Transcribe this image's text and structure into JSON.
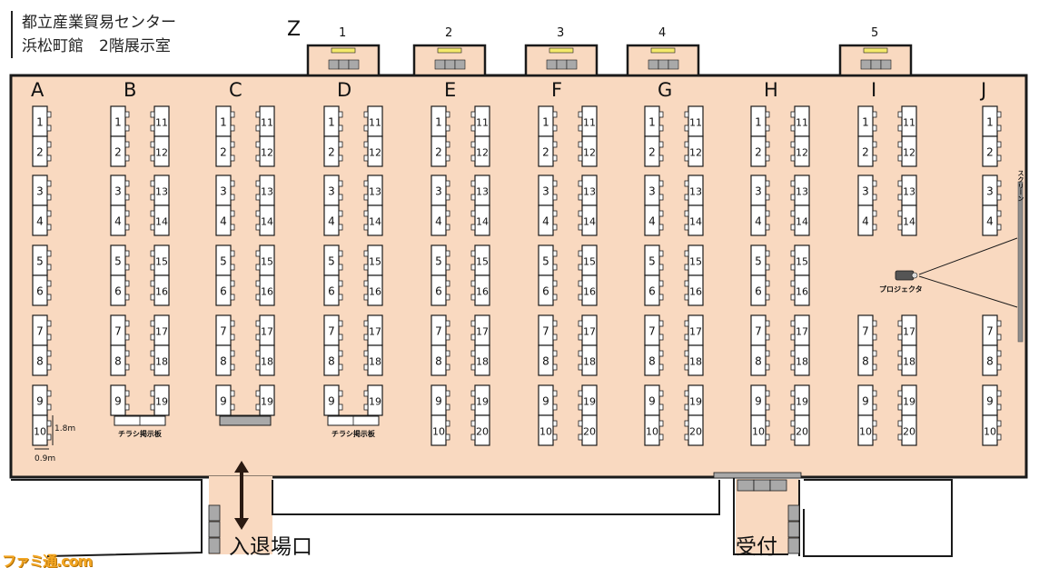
{
  "venue": {
    "name": "都立産業貿易センター",
    "floor": "浜松町館　2階展示室"
  },
  "colors": {
    "floor": "#f9d9c0",
    "booth": "#ffffff",
    "outline": "#1a1a1a",
    "stage_highlight": "#f4e96a",
    "board": "#a9a9a9",
    "screen": "#8d8d8d"
  },
  "zone_z": {
    "label": "Z",
    "booths": [
      "1",
      "2",
      "3",
      "4",
      "5"
    ]
  },
  "columns": [
    {
      "label": "A",
      "left": [
        "1",
        "2",
        "3",
        "4",
        "5",
        "6",
        "7",
        "8",
        "9",
        "10"
      ],
      "right": []
    },
    {
      "label": "B",
      "left": [
        "1",
        "2",
        "3",
        "4",
        "5",
        "6",
        "7",
        "8",
        "9"
      ],
      "right": [
        "11",
        "12",
        "13",
        "14",
        "15",
        "16",
        "17",
        "18",
        "19"
      ],
      "board": "チラシ掲示板"
    },
    {
      "label": "C",
      "left": [
        "1",
        "2",
        "3",
        "4",
        "5",
        "6",
        "7",
        "8",
        "9"
      ],
      "right": [
        "11",
        "12",
        "13",
        "14",
        "15",
        "16",
        "17",
        "18",
        "19"
      ],
      "board": ""
    },
    {
      "label": "D",
      "left": [
        "1",
        "2",
        "3",
        "4",
        "5",
        "6",
        "7",
        "8",
        "9"
      ],
      "right": [
        "11",
        "12",
        "13",
        "14",
        "15",
        "16",
        "17",
        "18",
        "19"
      ],
      "board": "チラシ掲示板"
    },
    {
      "label": "E",
      "left": [
        "1",
        "2",
        "3",
        "4",
        "5",
        "6",
        "7",
        "8",
        "9",
        "10"
      ],
      "right": [
        "11",
        "12",
        "13",
        "14",
        "15",
        "16",
        "17",
        "18",
        "19",
        "20"
      ]
    },
    {
      "label": "F",
      "left": [
        "1",
        "2",
        "3",
        "4",
        "5",
        "6",
        "7",
        "8",
        "9",
        "10"
      ],
      "right": [
        "11",
        "12",
        "13",
        "14",
        "15",
        "16",
        "17",
        "18",
        "19",
        "20"
      ]
    },
    {
      "label": "G",
      "left": [
        "1",
        "2",
        "3",
        "4",
        "5",
        "6",
        "7",
        "8",
        "9",
        "10"
      ],
      "right": [
        "11",
        "12",
        "13",
        "14",
        "15",
        "16",
        "17",
        "18",
        "19",
        "20"
      ]
    },
    {
      "label": "H",
      "left": [
        "1",
        "2",
        "3",
        "4",
        "5",
        "6",
        "7",
        "8",
        "9",
        "10"
      ],
      "right": [
        "11",
        "12",
        "13",
        "14",
        "15",
        "16",
        "17",
        "18",
        "19",
        "20"
      ]
    },
    {
      "label": "I",
      "left": [
        "1",
        "2",
        "3",
        "4",
        "7",
        "8",
        "9",
        "10"
      ],
      "right": [
        "11",
        "12",
        "13",
        "14",
        "17",
        "18",
        "19",
        "20"
      ]
    },
    {
      "label": "J",
      "left": [
        "1",
        "2",
        "3",
        "4",
        "7",
        "8",
        "9",
        "10"
      ],
      "right": []
    }
  ],
  "dimensions": {
    "height": "1.8m",
    "width": "0.9m"
  },
  "equipment": {
    "projector": "プロジェクタ",
    "screen": "スクリーン"
  },
  "entrance": {
    "label": "入退場口"
  },
  "reception": {
    "label": "受付"
  },
  "watermark": "ファミ通.com"
}
